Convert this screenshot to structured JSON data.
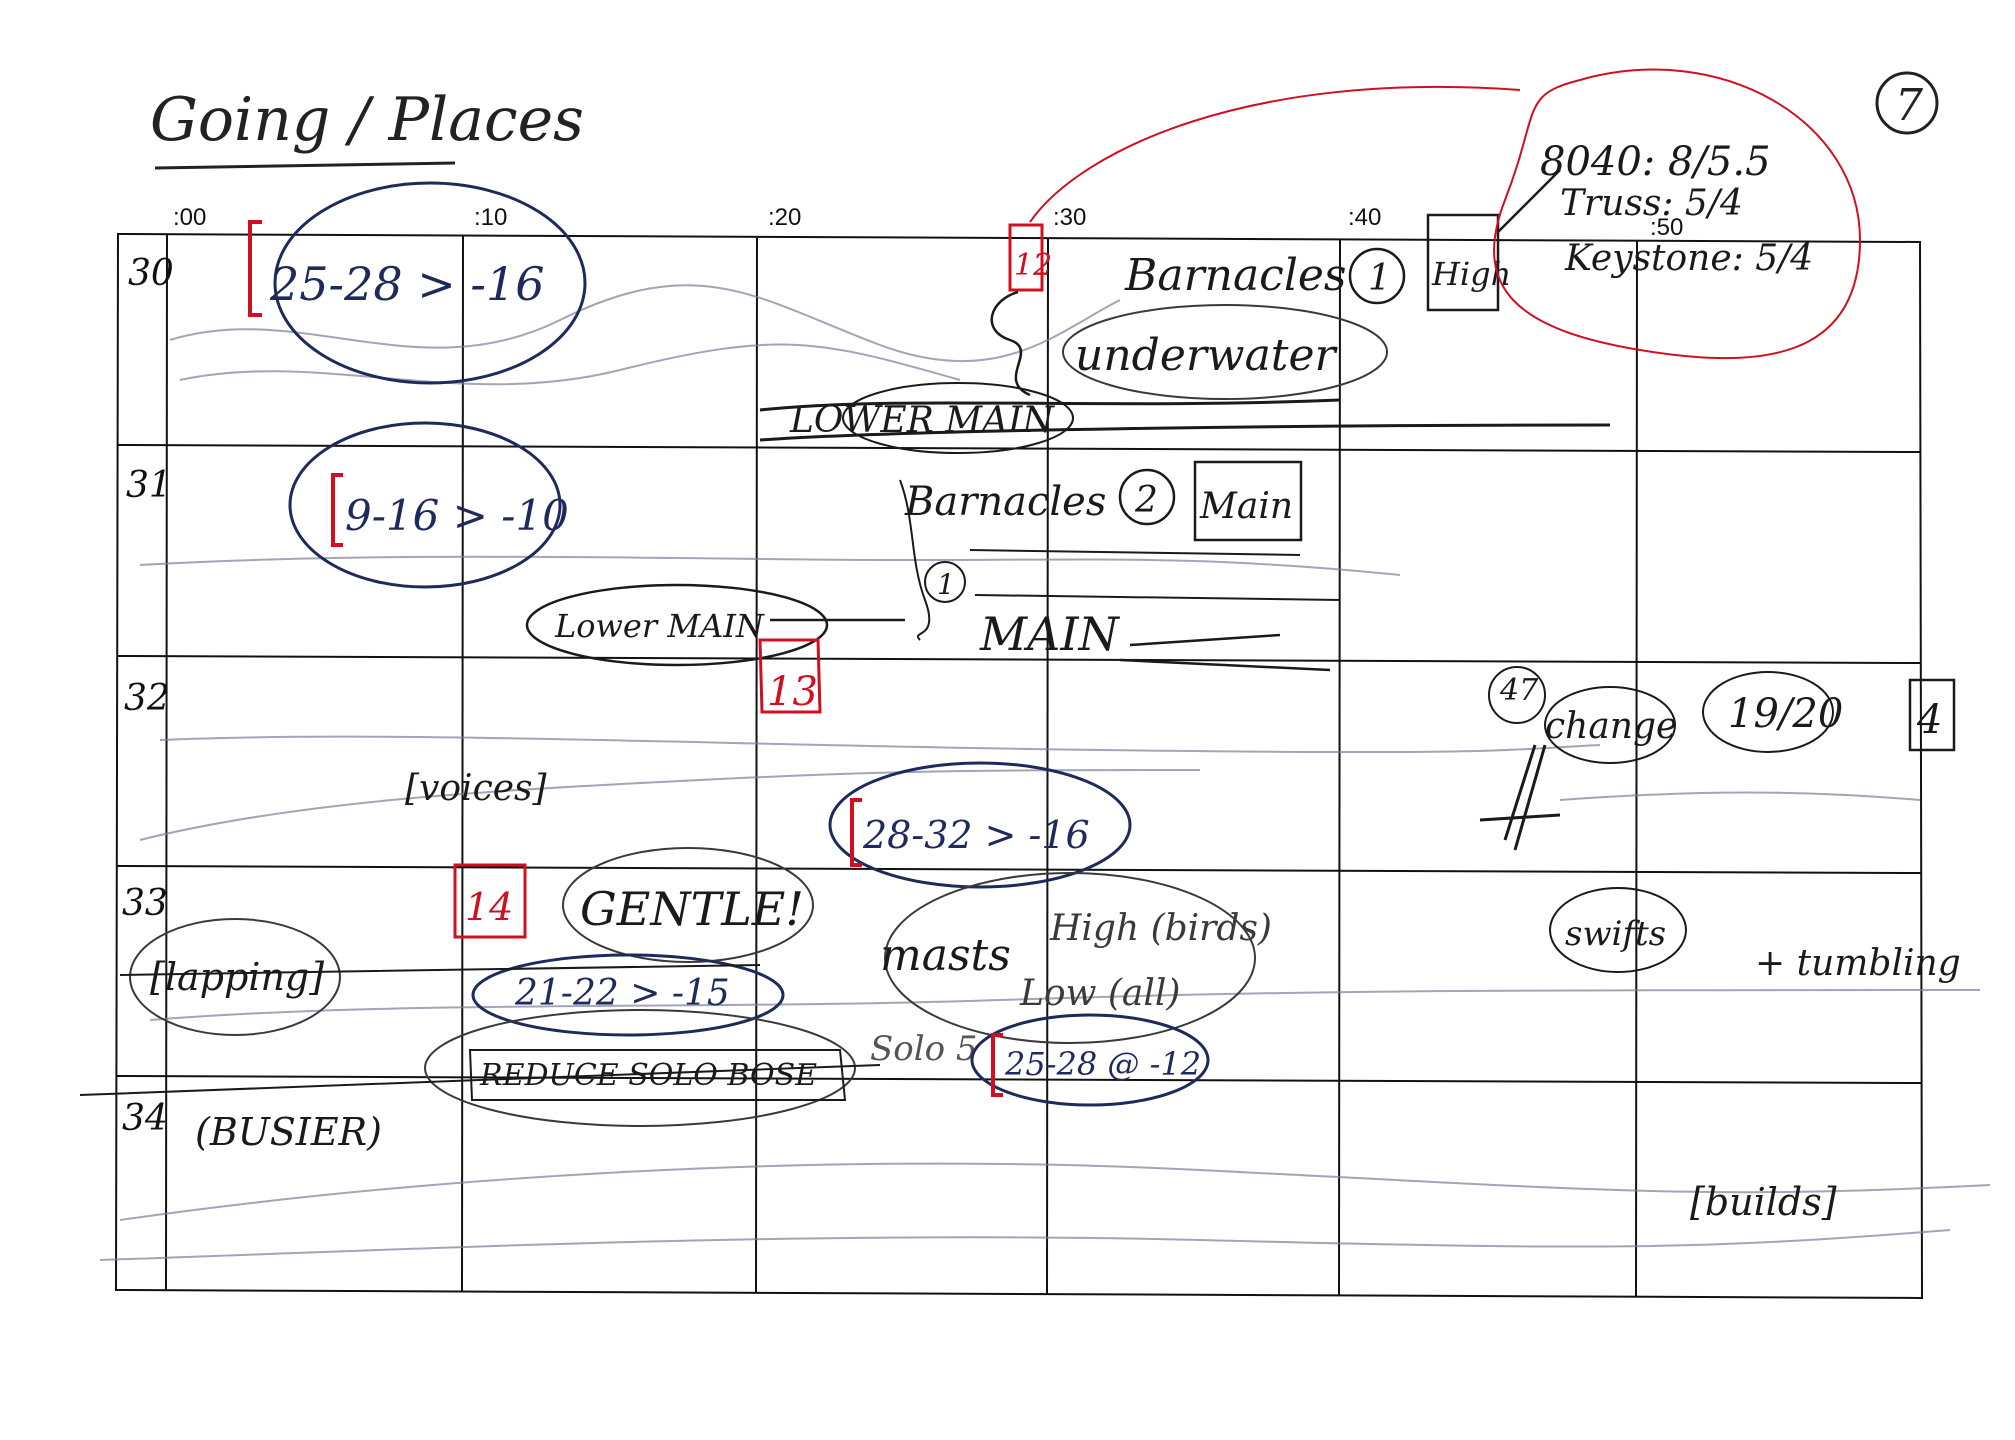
{
  "header": {
    "title": "Going / Places",
    "page_number": "7"
  },
  "time_columns": [
    ":00",
    ":10",
    ":20",
    ":30",
    ":40",
    ":50"
  ],
  "minute_rows": [
    "30",
    "31",
    "32",
    "33",
    "34"
  ],
  "annotations": {
    "r30_range": "25-28 > -16",
    "r30_cue": "12",
    "r30_barnacles": "Barnacles",
    "r30_barnacles_num": "1",
    "r30_high": "High",
    "r30_underwater": "underwater",
    "r30_struck": "LOWER MAIN",
    "red_note_1": "8040: 8/5.5",
    "red_note_2": "Truss: 5/4",
    "red_note_3": "Keystone: 5/4",
    "r31_range": "9-16 > -10",
    "r31_barnacles": "Barnacles",
    "r31_barnacles_num": "2",
    "r31_main": "Main",
    "r31_one": "1",
    "r31_lower_main": "Lower MAIN",
    "r31_main2": "MAIN",
    "r32_cue": "13",
    "r32_voices": "[voices]",
    "r32_range": "28-32 > -16",
    "r32_change_num": "47",
    "r32_change": "change",
    "r32_ratio": "19/20",
    "r32_four": "4",
    "r33_lapping": "[lapping]",
    "r33_cue": "14",
    "r33_gentle": "GENTLE!",
    "r33_range": "21-22 > -15",
    "r33_reduce": "REDUCE SOLO BOSE",
    "r33_masts": "masts",
    "r33_high": "High (birds)",
    "r33_low": "Low (all)",
    "r33_solo": "Solo 5",
    "r33_range2": "25-28 @ -12",
    "r33_swifts": "swifts",
    "r33_tumbling": "+ tumbling",
    "r34_busier": "(BUSIER)",
    "r34_builds": "[builds]"
  }
}
